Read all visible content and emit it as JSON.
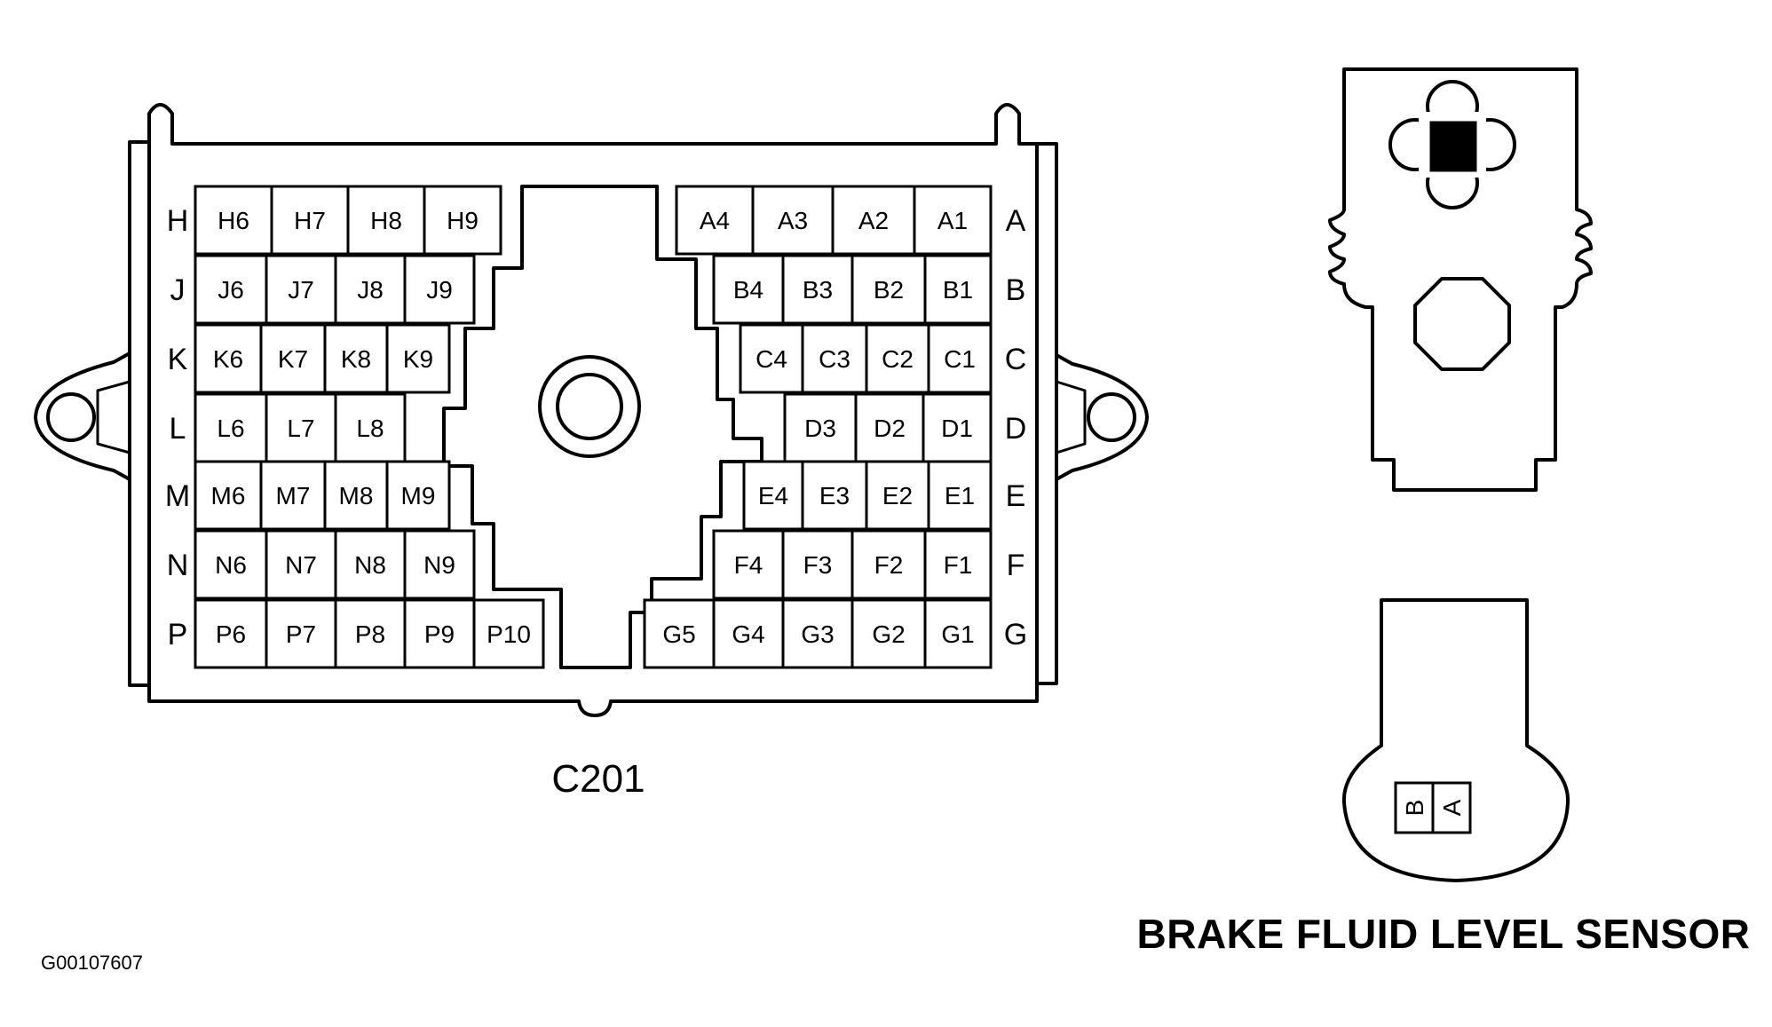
{
  "connector": {
    "label": "C201",
    "left_rows": [
      {
        "row": "H",
        "cells": [
          "H6",
          "H7",
          "H8",
          "H9"
        ]
      },
      {
        "row": "J",
        "cells": [
          "J6",
          "J7",
          "J8",
          "J9"
        ]
      },
      {
        "row": "K",
        "cells": [
          "K6",
          "K7",
          "K8",
          "K9"
        ]
      },
      {
        "row": "L",
        "cells": [
          "L6",
          "L7",
          "L8"
        ]
      },
      {
        "row": "M",
        "cells": [
          "M6",
          "M7",
          "M8",
          "M9"
        ]
      },
      {
        "row": "N",
        "cells": [
          "N6",
          "N7",
          "N8",
          "N9"
        ]
      },
      {
        "row": "P",
        "cells": [
          "P6",
          "P7",
          "P8",
          "P9",
          "P10"
        ]
      }
    ],
    "right_rows": [
      {
        "row": "A",
        "cells": [
          "A4",
          "A3",
          "A2",
          "A1"
        ]
      },
      {
        "row": "B",
        "cells": [
          "B4",
          "B3",
          "B2",
          "B1"
        ]
      },
      {
        "row": "C",
        "cells": [
          "C4",
          "C3",
          "C2",
          "C1"
        ]
      },
      {
        "row": "D",
        "cells": [
          "D3",
          "D2",
          "D1"
        ]
      },
      {
        "row": "E",
        "cells": [
          "E4",
          "E3",
          "E2",
          "E1"
        ]
      },
      {
        "row": "F",
        "cells": [
          "F4",
          "F3",
          "F2",
          "F1"
        ]
      },
      {
        "row": "G",
        "cells": [
          "G5",
          "G4",
          "G3",
          "G2",
          "G1"
        ]
      }
    ]
  },
  "sensor": {
    "title": "BRAKE FLUID LEVEL SENSOR",
    "pins": [
      "B",
      "A"
    ]
  },
  "figure_id": "G00107607"
}
